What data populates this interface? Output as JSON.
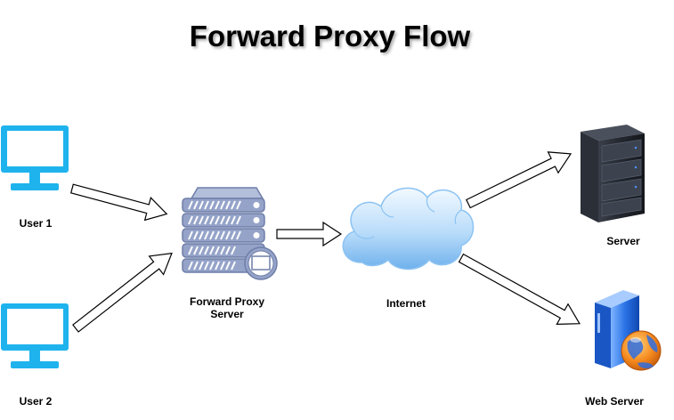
{
  "title": "Forward Proxy Flow",
  "nodes": {
    "user1": {
      "label": "User 1",
      "icon": "monitor-icon"
    },
    "user2": {
      "label": "User 2",
      "icon": "monitor-icon"
    },
    "proxy": {
      "label_line1": "Forward Proxy",
      "label_line2": "Server",
      "icon": "proxy-server-icon"
    },
    "internet": {
      "label": "Internet",
      "icon": "cloud-icon"
    },
    "server": {
      "label": "Server",
      "icon": "server-rack-icon"
    },
    "web_server": {
      "label": "Web Server",
      "icon": "web-server-globe-icon"
    }
  },
  "colors": {
    "monitor": "#1fb3ee",
    "proxy_body": "#8e9cc4",
    "cloud_light": "#e8f5ff",
    "cloud_dark": "#7ab8ef",
    "rack_dark": "#1c1f26",
    "web_blue": "#1e64d8",
    "globe_orange": "#f58a1f"
  }
}
